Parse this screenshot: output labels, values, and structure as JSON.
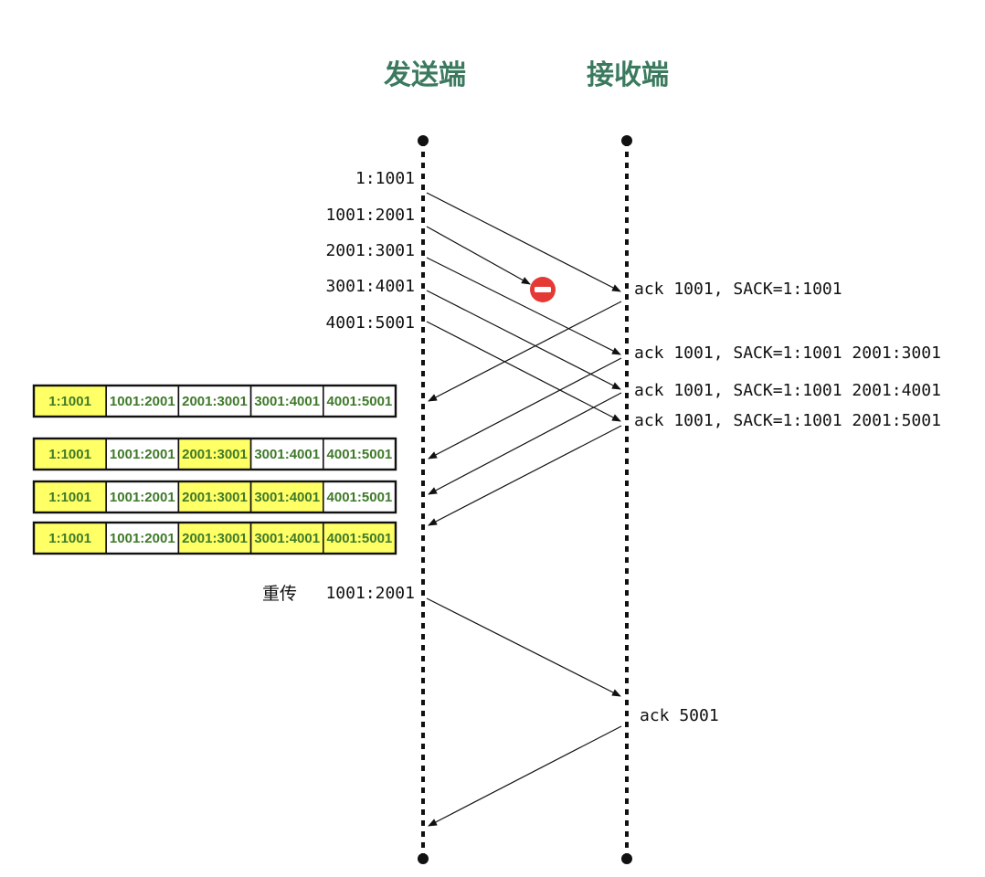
{
  "sender": {
    "title": "发送端"
  },
  "receiver": {
    "title": "接收端"
  },
  "segments": [
    "1:1001",
    "1001:2001",
    "2001:3001",
    "3001:4001",
    "4001:5001"
  ],
  "acks": [
    "ack 1001, SACK=1:1001",
    "ack 1001, SACK=1:1001 2001:3001",
    "ack 1001, SACK=1:1001 2001:4001",
    "ack 1001, SACK=1:1001 2001:5001"
  ],
  "lost_segment": "1001:2001",
  "buffer_rows": [
    {
      "cells": [
        "1:1001",
        "1001:2001",
        "2001:3001",
        "3001:4001",
        "4001:5001"
      ],
      "highlight": [
        true,
        false,
        false,
        false,
        false
      ]
    },
    {
      "cells": [
        "1:1001",
        "1001:2001",
        "2001:3001",
        "3001:4001",
        "4001:5001"
      ],
      "highlight": [
        true,
        false,
        true,
        false,
        false
      ]
    },
    {
      "cells": [
        "1:1001",
        "1001:2001",
        "2001:3001",
        "3001:4001",
        "4001:5001"
      ],
      "highlight": [
        true,
        false,
        true,
        true,
        false
      ]
    },
    {
      "cells": [
        "1:1001",
        "1001:2001",
        "2001:3001",
        "3001:4001",
        "4001:5001"
      ],
      "highlight": [
        true,
        false,
        true,
        true,
        true
      ]
    }
  ],
  "retransmit": {
    "tag": "重传",
    "segment": "1001:2001"
  },
  "final_ack": "ack 5001",
  "colors": {
    "title": "#3b7a5e",
    "highlight": "#ffff66",
    "cell_text": "#3f7a2a",
    "lost_icon": "#e53935"
  }
}
